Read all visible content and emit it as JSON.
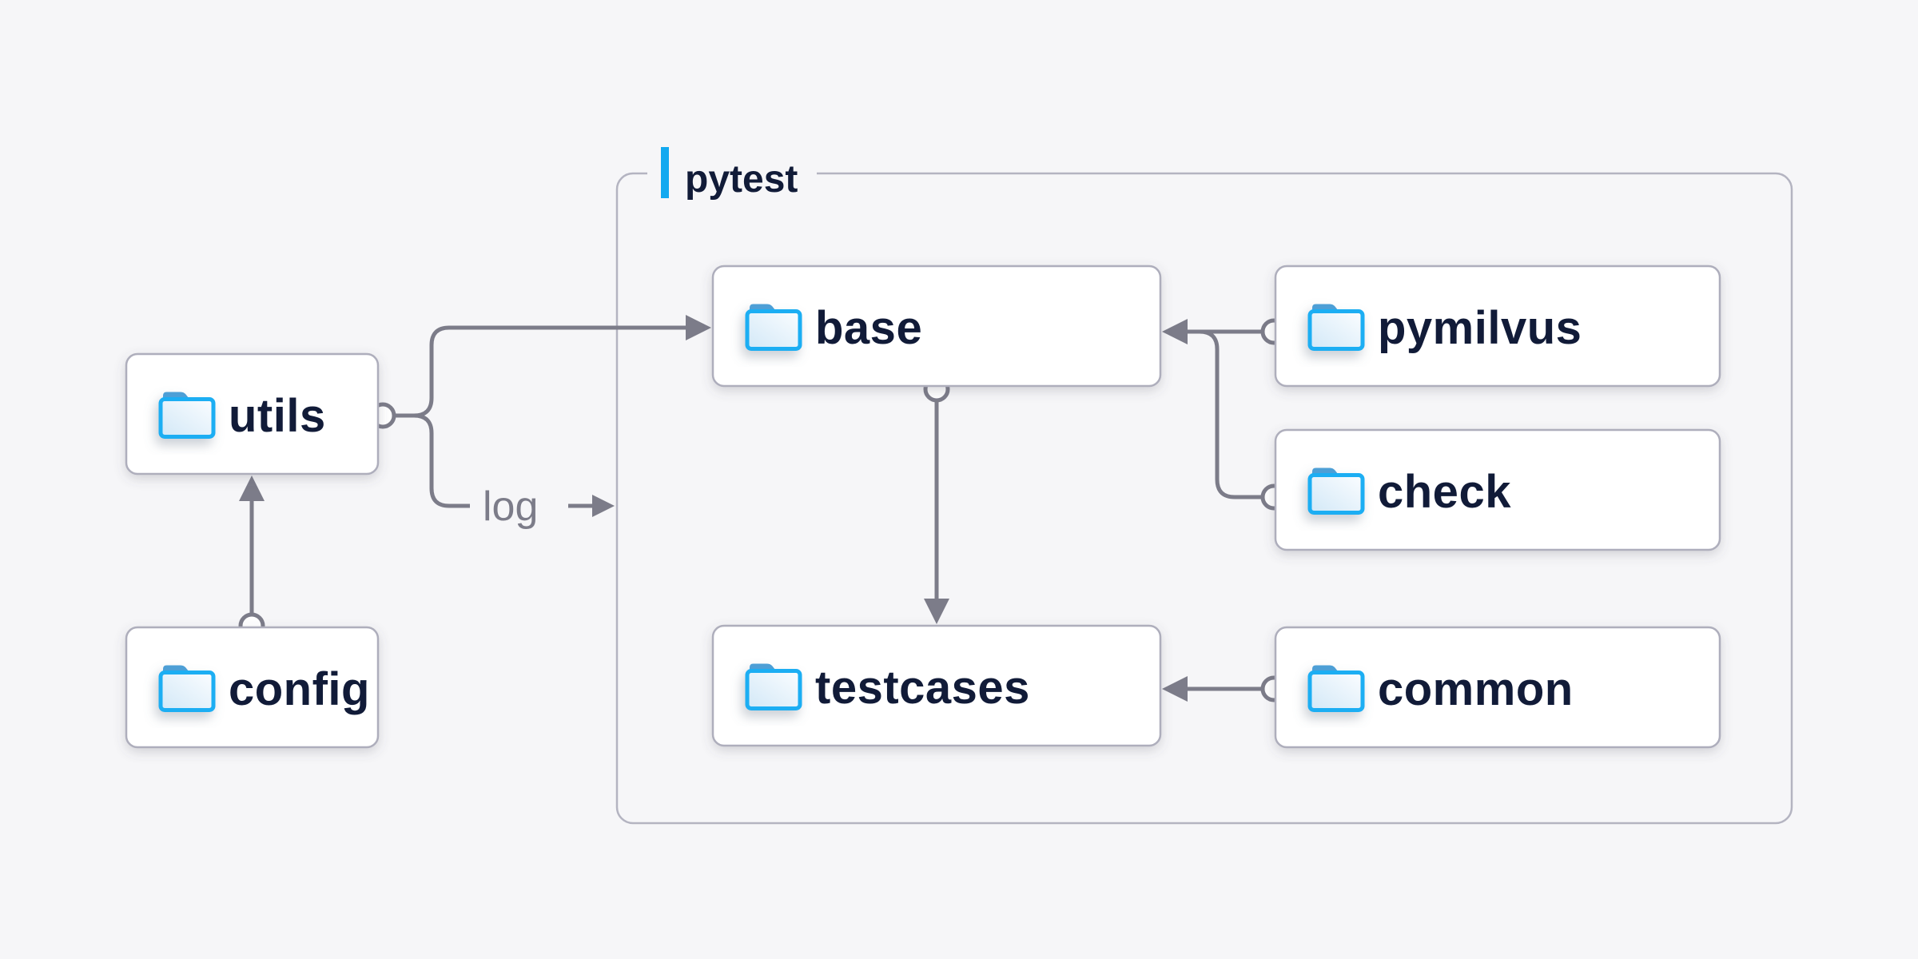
{
  "diagram": {
    "title_group": "pytest",
    "colors": {
      "background": "#f6f6f8",
      "accent_blue": "#12a9f0",
      "folder_blue": "#1daef3",
      "folder_tab_blue": "#4d9fd6",
      "line_gray": "#7c7c89",
      "border_gray": "#b4b4c1",
      "text_navy": "#111b38"
    },
    "nodes": [
      {
        "id": "utils",
        "label": "utils",
        "icon": "folder-icon",
        "inside_pytest": false
      },
      {
        "id": "config",
        "label": "config",
        "icon": "folder-icon",
        "inside_pytest": false
      },
      {
        "id": "base",
        "label": "base",
        "icon": "folder-icon",
        "inside_pytest": true
      },
      {
        "id": "pymilvus",
        "label": "pymilvus",
        "icon": "folder-icon",
        "inside_pytest": true
      },
      {
        "id": "check",
        "label": "check",
        "icon": "folder-icon",
        "inside_pytest": true
      },
      {
        "id": "testcases",
        "label": "testcases",
        "icon": "folder-icon",
        "inside_pytest": true
      },
      {
        "id": "common",
        "label": "common",
        "icon": "folder-icon",
        "inside_pytest": true
      }
    ],
    "edges": [
      {
        "from": "config",
        "to": "utils"
      },
      {
        "from": "utils",
        "to": "base"
      },
      {
        "from": "utils",
        "to": "log",
        "label": "log",
        "arrow_icon": "arrow-right-icon"
      },
      {
        "from": "pymilvus",
        "to": "base"
      },
      {
        "from": "check",
        "to": "base"
      },
      {
        "from": "base",
        "to": "testcases"
      },
      {
        "from": "common",
        "to": "testcases"
      }
    ],
    "edge_label": "log"
  }
}
